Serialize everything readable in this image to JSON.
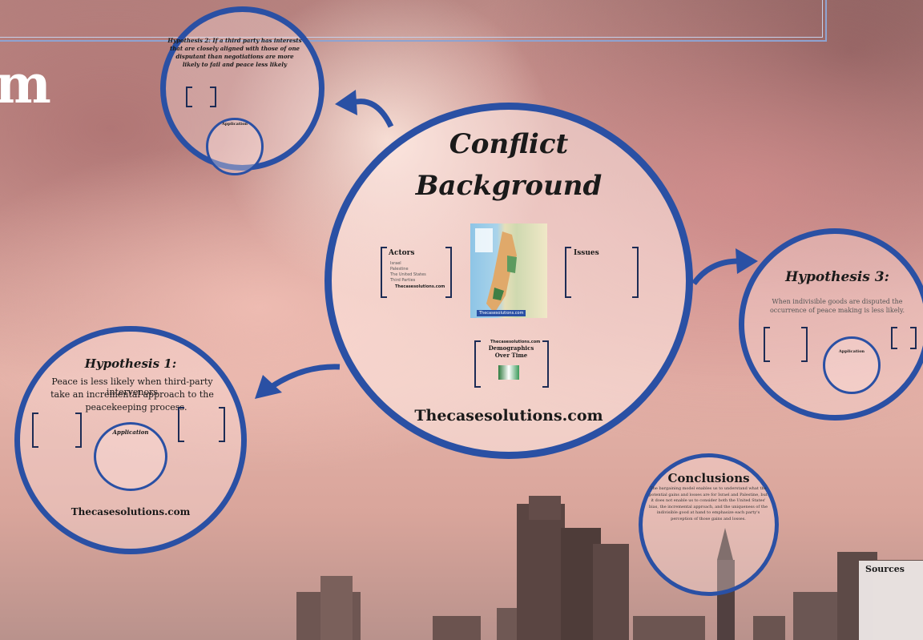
{
  "background": {
    "title_fragment": "m"
  },
  "hypothesis2": {
    "text": "Hypothesis 2: If a third party has interests that are closely aligned with those of one disputant than negotiations are more likely to fail and peace less likely",
    "application": "Application"
  },
  "conflict": {
    "title_line1": "Conflict",
    "title_line2": "Background",
    "actors": "Actors",
    "actors_items": [
      "Israel",
      "Palestine",
      "The United States",
      "Third Parties"
    ],
    "actors_caption": "Thecasesolutions.com",
    "issues": "Issues",
    "map_caption": "Thecasesolutions.com",
    "demographics_small": "Thecasesolutions.com",
    "demographics": "Demographics Over Time",
    "site": "Thecasesolutions.com"
  },
  "hypothesis1": {
    "title": "Hypothesis 1:",
    "line1": "Peace is less likely when third-party intervenors",
    "line2": "take an incremental approach to the",
    "line3": "peacekeeping process.",
    "application": "Application",
    "site": "Thecasesolutions.com"
  },
  "hypothesis3": {
    "title": "Hypothesis 3:",
    "text": "When indivisible goods are disputed the occurrence of peace making is less likely.",
    "application": "Application"
  },
  "conclusions": {
    "title": "Conclusions",
    "text": "The bargaining model enables us to understand what the potential gains and losses are for Israel and Palestine, but it does not enable us to consider both the United States' bias, the incremental approach, and the uniqueness of the indivisible good at hand to emphasize each party's perception of those gains and losses."
  },
  "sources": {
    "title": "Sources"
  },
  "colors": {
    "ring": "#2a50a4",
    "title_text": "#1a1a1a"
  }
}
